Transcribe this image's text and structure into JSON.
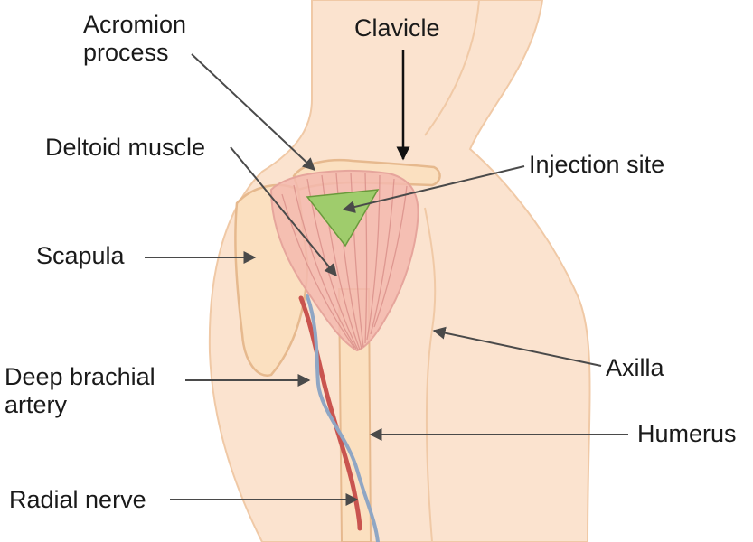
{
  "labels": {
    "acromion_line1": "Acromion",
    "acromion_line2": "process",
    "clavicle": "Clavicle",
    "deltoid": "Deltoid muscle",
    "injection_site": "Injection site",
    "scapula": "Scapula",
    "axilla": "Axilla",
    "deep_brachial_line1": "Deep brachial",
    "deep_brachial_line2": "artery",
    "humerus": "Humerus",
    "radial_nerve": "Radial nerve"
  },
  "colors": {
    "skin": "#fbe3cf",
    "skin_outline": "#f0c9a6",
    "bone": "#fbe0c0",
    "bone_outline": "#e6b98e",
    "muscle": "#f3b8ae",
    "muscle_fiber": "#d98e88",
    "injection_site": "#9fcc6c",
    "artery": "#c9544f",
    "nerve": "#8fa6c4",
    "pointer": "#4a4a4a"
  }
}
